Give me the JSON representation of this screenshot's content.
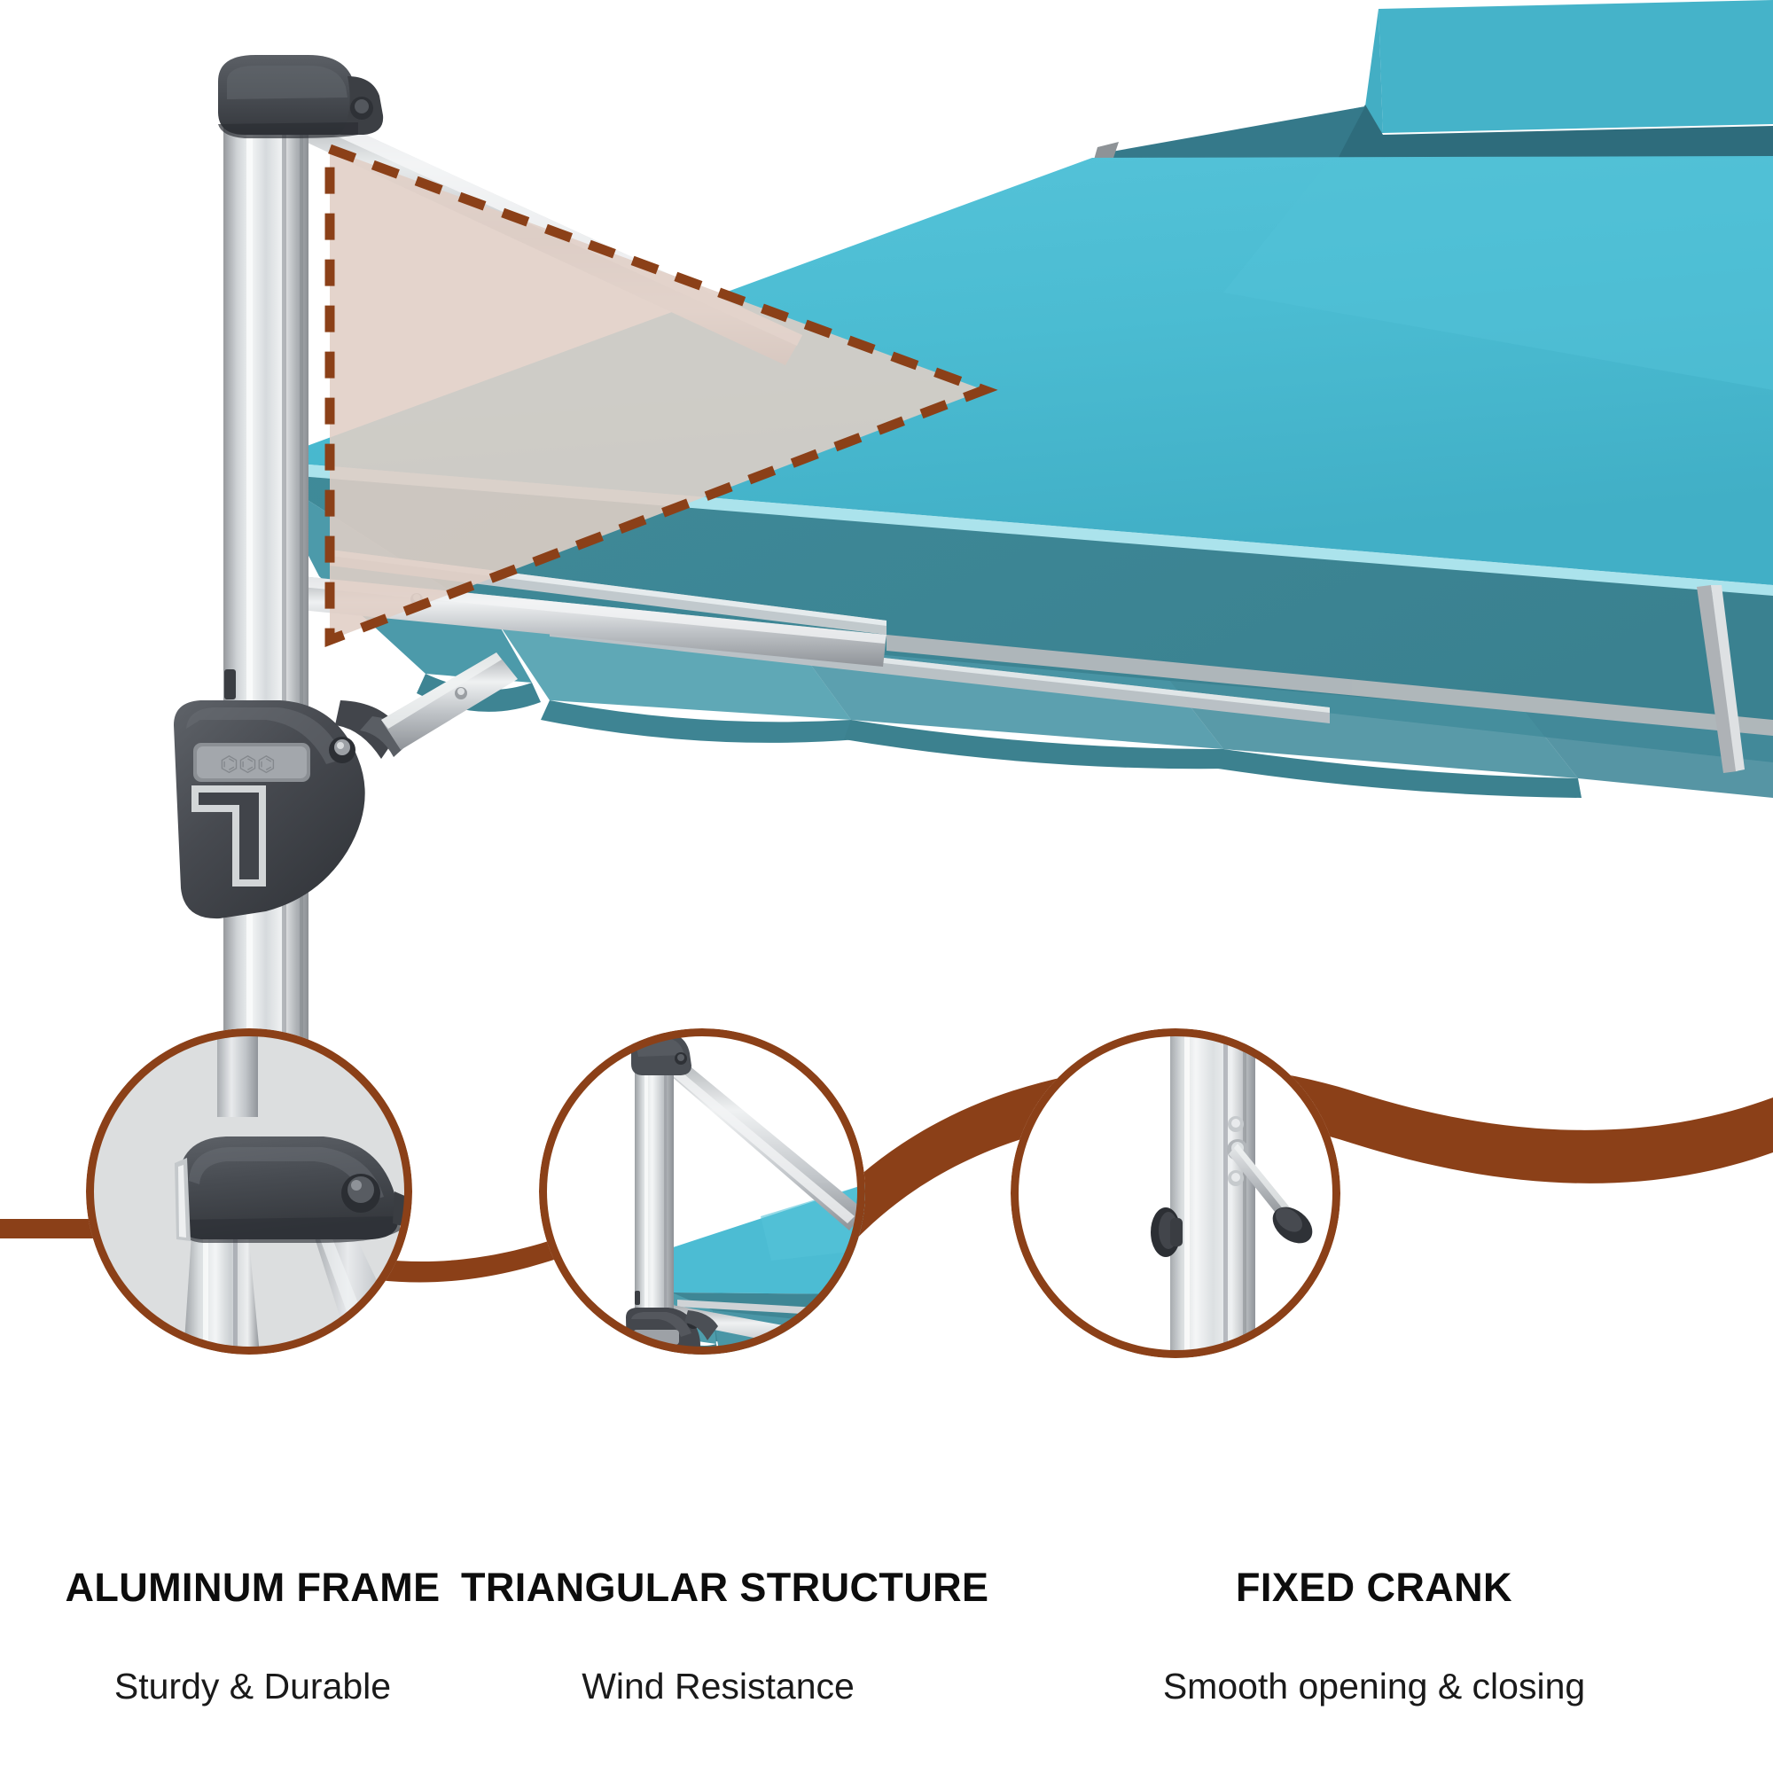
{
  "product": {
    "type": "cantilever offset patio umbrella",
    "canopy_color_name": "teal",
    "canopy_top_hex": "#4CBCD3",
    "canopy_shade_hex": "#3D8492",
    "canopy_under_hex": "#4E93A1",
    "frame_hex": "#B9BEC2",
    "frame_light_hex": "#E4E7E9",
    "hub_hex": "#44474C",
    "cap_hex": "#4A4D53"
  },
  "overlay": {
    "name": "triangular-structure-highlight",
    "fill_hex": "#E0CEC5",
    "stroke_hex": "#8B4018",
    "style": "dashed",
    "shape": "triangle"
  },
  "accent": {
    "brown_hex": "#8B4018",
    "circle_bg_gray_hex": "#DCDEDF"
  },
  "features": [
    {
      "id": "aluminum-frame",
      "title": "ALUMINUM FRAME",
      "subtitle": "Sturdy & Durable",
      "detail": "pole top cap joint close-up"
    },
    {
      "id": "triangular-structure",
      "title": "TRIANGULAR STRUCTURE",
      "subtitle": "Wind Resistance",
      "detail": "triangular support brace with canopy"
    },
    {
      "id": "fixed-crank",
      "title": "FIXED CRANK",
      "subtitle": "Smooth opening & closing",
      "detail": "crank handle mounted on pole"
    }
  ]
}
